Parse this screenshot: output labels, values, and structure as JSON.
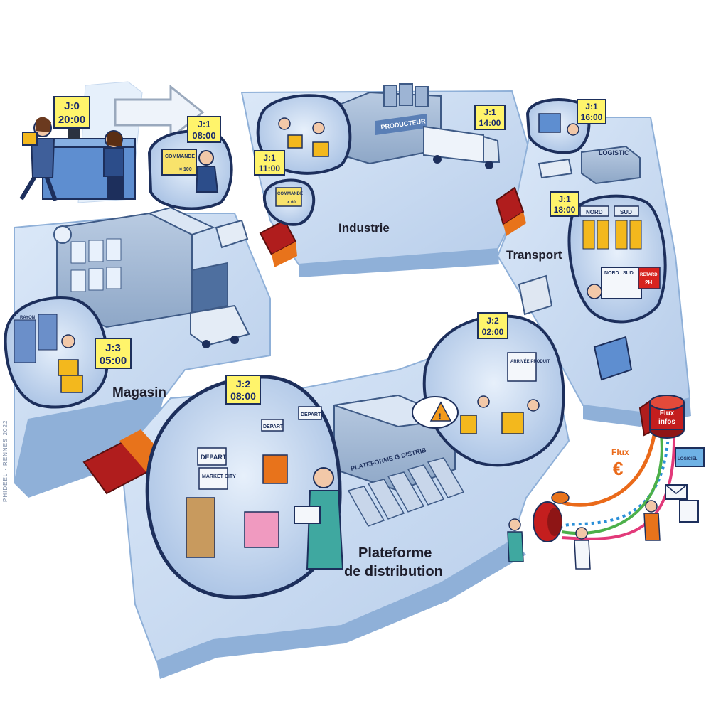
{
  "zones": {
    "magasin": "Magasin",
    "industrie": "Industrie",
    "transport": "Transport",
    "plateforme_line1": "Plateforme",
    "plateforme_line2": "de distribution"
  },
  "time_tags": [
    {
      "day": "J:0",
      "time": "20:00"
    },
    {
      "day": "J:1",
      "time": "08:00"
    },
    {
      "day": "J:1",
      "time": "11:00"
    },
    {
      "day": "J:1",
      "time": "14:00"
    },
    {
      "day": "J:1",
      "time": "16:00"
    },
    {
      "day": "J:1",
      "time": "18:00"
    },
    {
      "day": "J:2",
      "time": "02:00"
    },
    {
      "day": "J:2",
      "time": "08:00"
    },
    {
      "day": "J:3",
      "time": "05:00"
    }
  ],
  "signs": {
    "producteur": "PRODUCTEUR",
    "logistic": "LOGISTIC",
    "commande_1": "COMMANDE",
    "commande_1_qty": "× 100",
    "commande_2": "COMMANDE",
    "commande_2_qty": "× 60",
    "nord": "NORD",
    "sud": "SUD",
    "retard": "RETARD",
    "retard_duration": "2H",
    "arrivee_produit": "ARRIVÉE PRODUIT",
    "depart_1": "DEPART",
    "depart_2": "DEPART",
    "depart_3": "DEPART",
    "market_city": "MARKET CITY",
    "plateforme_distrib": "PLATEFORME G DISTRIB",
    "logiciel": "LOGICIEL",
    "rayon": "RAYON"
  },
  "legend": {
    "flux_infos_line1": "Flux",
    "flux_infos_line2": "infos",
    "flux_euro_label": "Flux",
    "flux_euro_symbol": "€"
  },
  "credit": "PHIDEEL · RENNES 2022",
  "colors": {
    "platform": "#c9dbf2",
    "platform_side": "#8fb0d8",
    "bubble_bg": "#1f2f6a",
    "tag_bg": "#fff46b",
    "bridge_red": "#b01d1d",
    "bridge_orange": "#e8731b",
    "flux_orange": "#ea6a1a",
    "flux_blue": "#2a8fd8",
    "flux_green": "#4cb04a",
    "flux_pink": "#e23a7a"
  }
}
